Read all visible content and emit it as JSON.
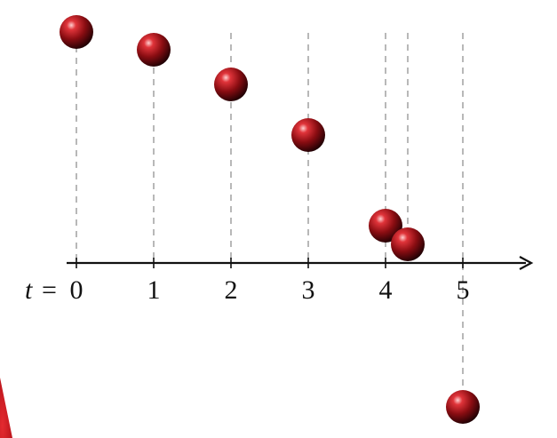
{
  "diagram": {
    "axis_variable": "t",
    "equals_sign": "=",
    "tick_labels": [
      "0",
      "1",
      "2",
      "3",
      "4",
      "5"
    ],
    "ball_color": "#8a0d12",
    "ball_highlight": "#ff8a8a",
    "guide_line_color": "#b8b8b8",
    "axis_color": "#111111",
    "background_wedge_color": "#c8141c"
  }
}
